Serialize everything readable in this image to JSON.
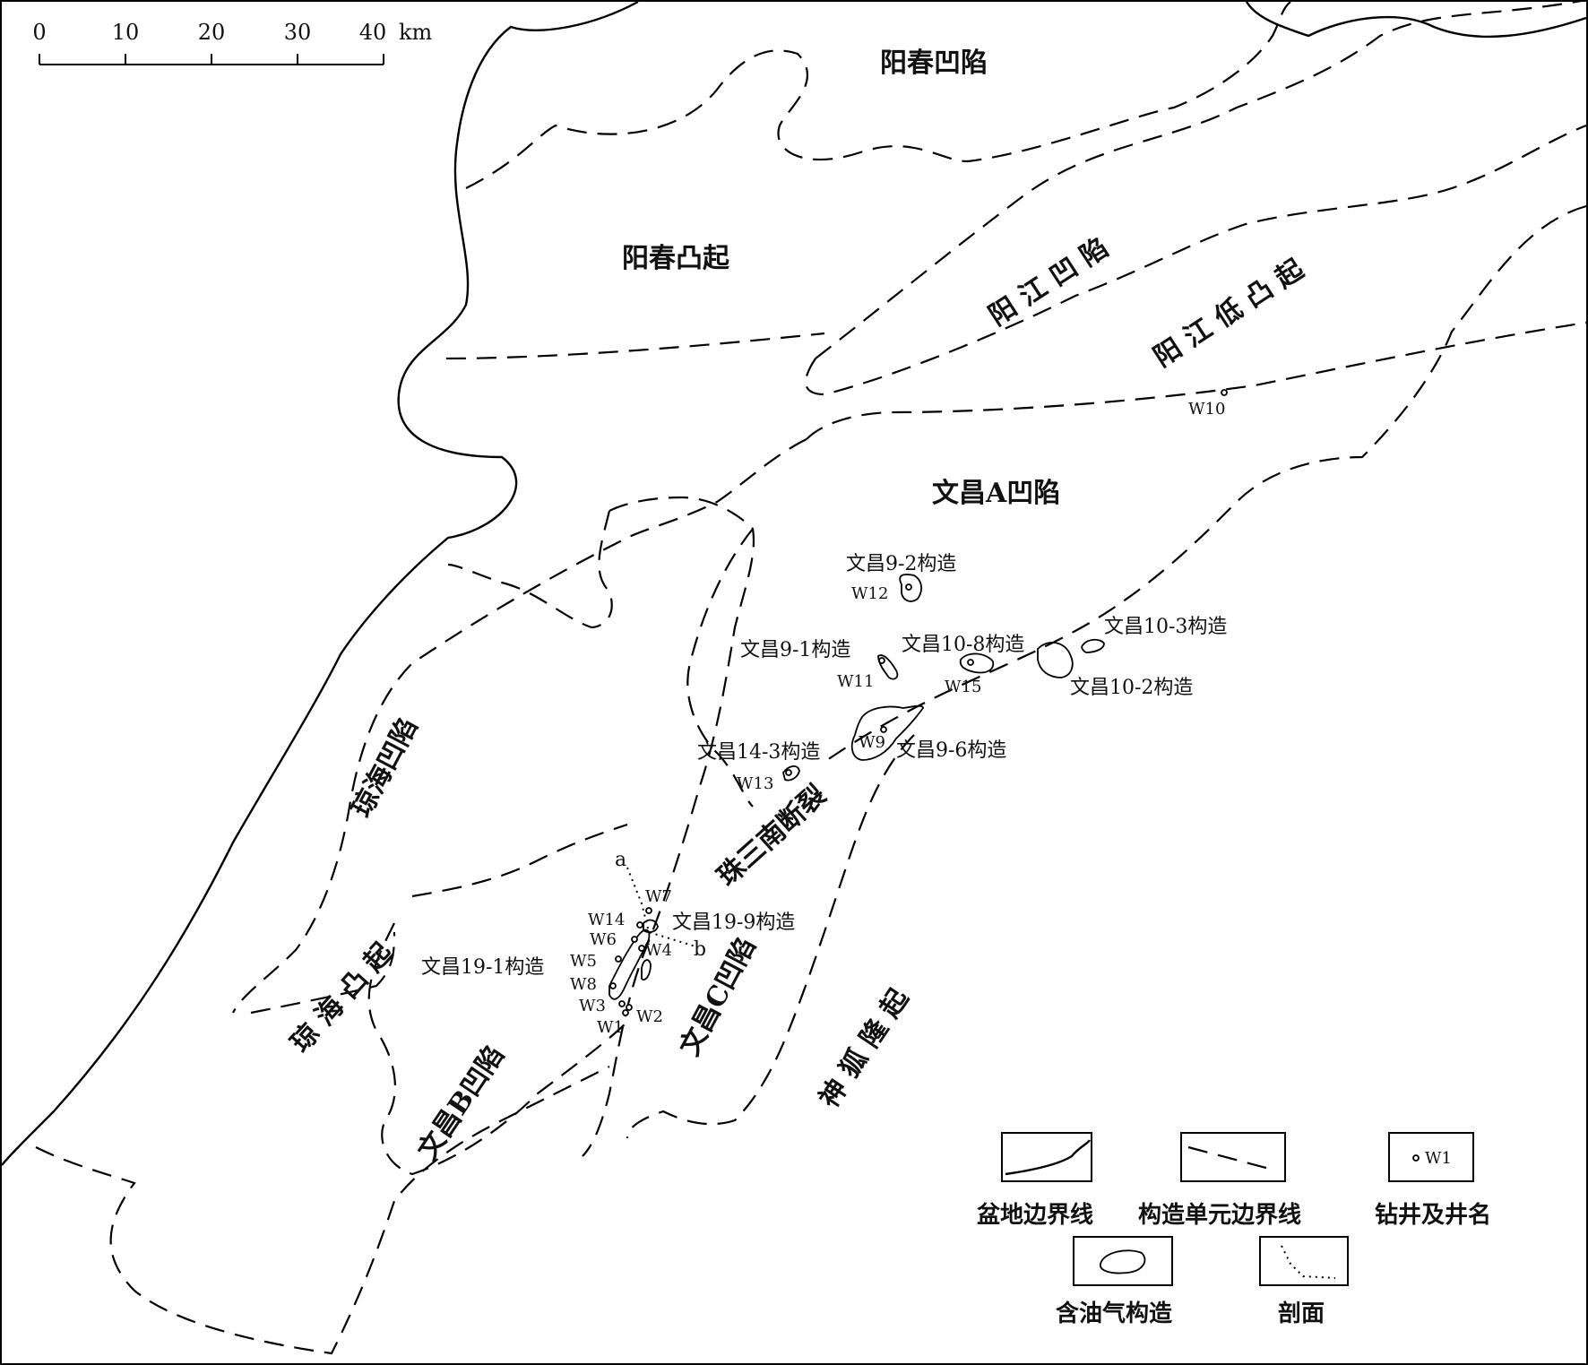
{
  "scale_bar": {
    "ticks": [
      "0",
      "10",
      "20",
      "30",
      "40"
    ],
    "unit": "km"
  },
  "units": {
    "yangchun_sag": "阳春凹陷",
    "yangchun_uplift": "阳春凸起",
    "yangjiang_sag": "阳 江 凹 陷",
    "yangjiang_low_uplift": "阳 江 低 凸 起",
    "wenchang_a_sag": "文昌A凹陷",
    "qionghai_sag": "琼海凹陷",
    "qionghai_uplift": "琼 海 凸 起",
    "wenchang_b_sag": "文昌B凹陷",
    "wenchang_c_sag": "文昌C凹陷",
    "shenhu_uplift": "神 狐 隆 起",
    "zhusan_south_fault": "珠三南断裂"
  },
  "structures": {
    "s9_2": "文昌9-2构造",
    "s9_1": "文昌9-1构造",
    "s10_8": "文昌10-8构造",
    "s10_3": "文昌10-3构造",
    "s10_2": "文昌10-2构造",
    "s14_3": "文昌14-3构造",
    "s9_6": "文昌9-6构造",
    "s19_9": "文昌19-9构造",
    "s19_1": "文昌19-1构造"
  },
  "wells": {
    "w1": "W1",
    "w2": "W2",
    "w3": "W3",
    "w4": "W4",
    "w5": "W5",
    "w6": "W6",
    "w7": "W7",
    "w8": "W8",
    "w9": "W9",
    "w10": "W10",
    "w11": "W11",
    "w12": "W12",
    "w13": "W13",
    "w14": "W14",
    "w15": "W15"
  },
  "section": {
    "start": "a",
    "end": "b"
  },
  "legend": {
    "basin_boundary": "盆地边界线",
    "structural_unit_boundary": "构造单元边界线",
    "well_sample": "W1",
    "well_and_name": "钻井及井名",
    "oil_gas_structure": "含油气构造",
    "profile": "剖面"
  }
}
